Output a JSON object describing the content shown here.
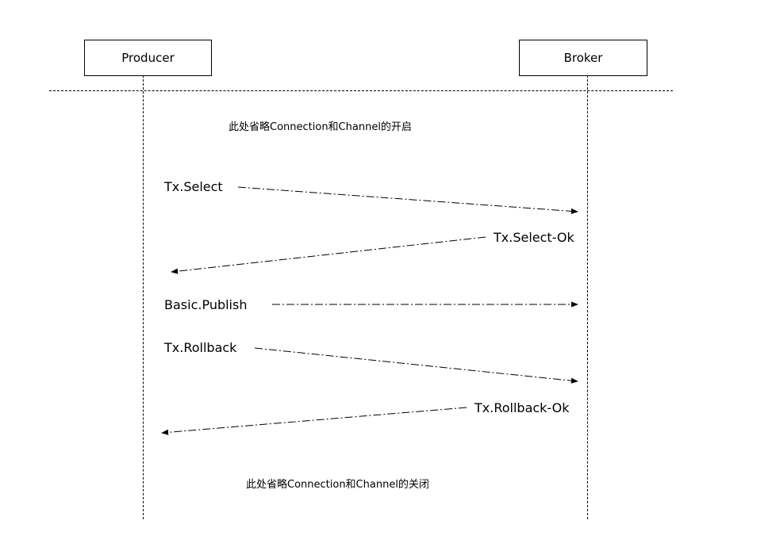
{
  "participants": {
    "producer": "Producer",
    "broker": "Broker"
  },
  "notes": {
    "open": "此处省略Connection和Channel的开启",
    "close": "此处省略Connection和Channel的关闭"
  },
  "messages": [
    {
      "label": "Tx.Select",
      "from": "Producer",
      "to": "Broker"
    },
    {
      "label": "Tx.Select-Ok",
      "from": "Broker",
      "to": "Producer"
    },
    {
      "label": "Basic.Publish",
      "from": "Producer",
      "to": "Broker"
    },
    {
      "label": "Tx.Rollback",
      "from": "Producer",
      "to": "Broker"
    },
    {
      "label": "Tx.Rollback-Ok",
      "from": "Broker",
      "to": "Producer"
    }
  ]
}
